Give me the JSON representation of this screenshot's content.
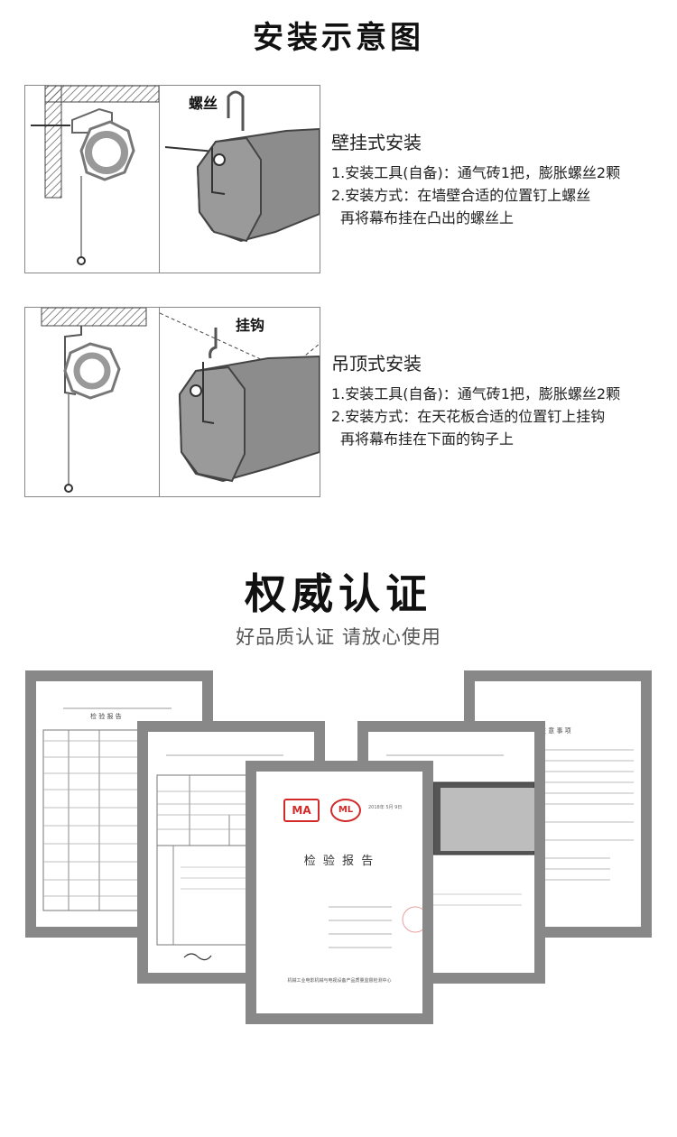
{
  "install": {
    "title": "安装示意图",
    "wall": {
      "label": "螺丝",
      "heading": "壁挂式安装",
      "line1": "1.安装工具(自备)：通气砖1把，膨胀螺丝2颗",
      "line2": "2.安装方式：在墙壁合适的位置钉上螺丝",
      "line3": "再将幕布挂在凸出的螺丝上"
    },
    "ceiling": {
      "label": "挂钩",
      "heading": "吊顶式安装",
      "line1": "1.安装工具(自备)：通气砖1把，膨胀螺丝2颗",
      "line2": "2.安装方式：在天花板合适的位置钉上挂钩",
      "line3": "再将幕布挂在下面的钩子上"
    }
  },
  "cert": {
    "title": "权威认证",
    "subtitle": "好品质认证 请放心使用",
    "report_title": "检 验 报 告",
    "report_org": "机械工业电影机械与电视设备产品质量监督检测中心",
    "report_date": "2018年 5月 9日",
    "ma_logo": "MA",
    "ml_logo": "ML",
    "notice_title": "注 意 事 项",
    "left_doc_title": "检 验 报 告",
    "colors": {
      "frame": "#888888",
      "stamp": "#d22a2a",
      "screen": "#555555"
    }
  }
}
